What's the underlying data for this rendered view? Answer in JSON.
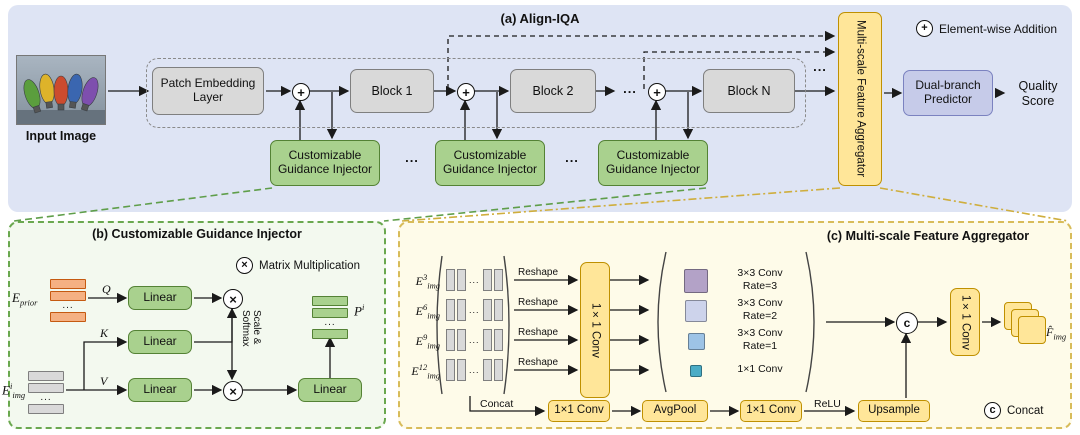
{
  "dots": "...",
  "panel_a": {
    "title": "(a) Align-IQA",
    "legend": {
      "symbol": "+",
      "label": "Element-wise Addition"
    },
    "input_label": "Input Image",
    "patch_embedding": "Patch Embedding Layer",
    "blocks": [
      "Block 1",
      "Block 2",
      "Block N"
    ],
    "plus": "+",
    "injector_label": "Customizable Guidance Injector",
    "aggregator_label": "Multi-scale Feature Aggregator",
    "predictor_label": "Dual-branch Predictor",
    "output_label": "Quality Score"
  },
  "panel_b": {
    "title": "(b) Customizable Guidance Injector",
    "legend": {
      "symbol": "×",
      "label": "Matrix Multiplication"
    },
    "e_prior": {
      "base": "E",
      "sub": "prior"
    },
    "e_img": {
      "base": "E",
      "sup": "i",
      "sub": "img"
    },
    "q": "Q",
    "k": "K",
    "v": "V",
    "linear": "Linear",
    "times": "×",
    "scale_softmax": "Scale & Softmax",
    "p_out": {
      "base": "P",
      "sup": "i"
    }
  },
  "panel_c": {
    "title": "(c) Multi-scale Feature Aggregator",
    "legend": {
      "symbol": "c",
      "label": "Concat"
    },
    "rows": [
      {
        "base": "E",
        "sup": "3",
        "sub": "img"
      },
      {
        "base": "E",
        "sup": "6",
        "sub": "img"
      },
      {
        "base": "E",
        "sup": "9",
        "sub": "img"
      },
      {
        "base": "E",
        "sup": "12",
        "sub": "img"
      }
    ],
    "reshape": "Reshape",
    "conv1x1": "1×1 Conv",
    "branches": [
      {
        "conv": "3×3 Conv",
        "rate": "Rate=3",
        "color": "#b3a2c7"
      },
      {
        "conv": "3×3 Conv",
        "rate": "Rate=2",
        "color": "#cdd3eb"
      },
      {
        "conv": "3×3 Conv",
        "rate": "Rate=1",
        "color": "#9dc3e6"
      },
      {
        "conv": "1×1 Conv",
        "rate": "",
        "color": "#4bacc6"
      }
    ],
    "avgpool": "AvgPool",
    "relu": "ReLU",
    "upsample": "Upsample",
    "concat_label": "Concat",
    "cnode": "c",
    "f_out": {
      "base": "F̂",
      "sub": "img"
    }
  }
}
